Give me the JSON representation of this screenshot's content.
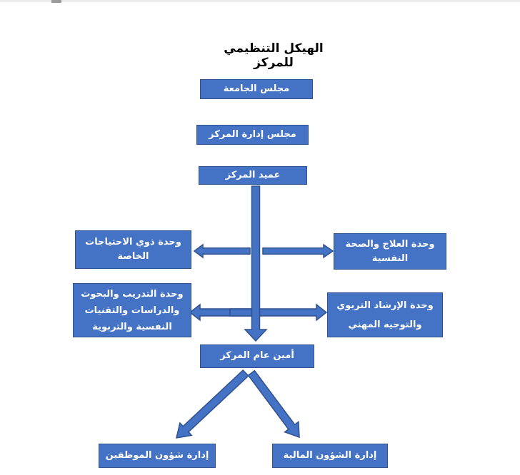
{
  "title": "الهيكل التنظيمي للمركز",
  "nodes": {
    "university_council": "مجلس الجامعة",
    "board_of_directors": "مجلس إدارة المركز",
    "center_dean": "عميد المركز",
    "special_needs_unit": "وحدة ذوي الاحتياجات\nالخاصة",
    "therapy_mental_health_unit": "وحدة العلاج والصحة\nالنفسية",
    "training_research_unit": "وحدة التدريب والبحوث\nوالدراسات والتقنيات\nالنفسية والتربوية",
    "educational_counseling_unit": "وحدة الإرشاد التربوي\nوالتوجيه المهني",
    "secretary_general": "أمين عام المركز",
    "personnel_affairs_dept": "إدارة شؤون الموظفين",
    "financial_affairs_dept": "إدارة الشؤون المالية"
  },
  "colors": {
    "box_fill": "#4472C4",
    "box_border": "#2F528F",
    "box_text": "#FFFFFF",
    "arrow_fill": "#4472C4",
    "arrow_border": "#2F528F",
    "title_color": "#000000",
    "background": "#FFFFFF",
    "scrollbar_track": "#EDEDED",
    "scrollbar_thumb": "#9B9B9B"
  }
}
